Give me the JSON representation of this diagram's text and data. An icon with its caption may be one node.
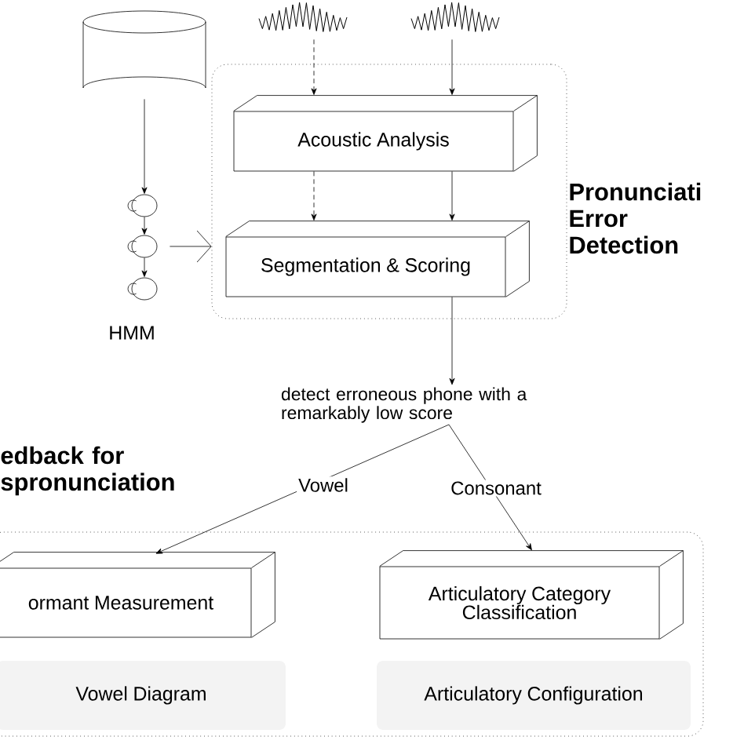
{
  "diagram": {
    "nodes": [
      {
        "text": [],
        "shape": "cylinder"
      },
      {
        "text": [],
        "shape": "picture"
      },
      {
        "text": [],
        "shape": "picture"
      },
      {
        "text": [
          "Pronunciati Error Detection"
        ]
      },
      {
        "text": [
          "Acoustic Analysis"
        ],
        "in": 3
      },
      {
        "text": [
          "Segmentation & Scoring"
        ],
        "in": 3
      },
      {
        "text": [],
        "shape": "circle"
      },
      {
        "text": [],
        "shape": "circle"
      },
      {
        "text": [],
        "shape": "circle"
      },
      {
        "text": [
          "detect erroneous phone with a remarkably low score"
        ]
      },
      {
        "text": [
          "edback for spronunciation"
        ]
      },
      {
        "text": [
          "ormant Measurement"
        ],
        "in": 10
      },
      {
        "text": [
          "Vowel Diagram"
        ],
        "in": 10
      },
      {
        "text": [
          "Articulatory Category Classification"
        ],
        "in": 10
      },
      {
        "text": [
          "Articulatory Configuration"
        ],
        "in": 10
      }
    ],
    "edges": [
      {
        "from": 0,
        "to": 6,
        "arrow": "to"
      },
      {
        "from": 6,
        "to": 7,
        "arrow": "to"
      },
      {
        "from": 7,
        "to": 8,
        "arrow": "to"
      },
      {
        "from": 7,
        "to": 3,
        "arrow": "to"
      },
      {
        "from": 1,
        "to": 4,
        "arrow": "to",
        "style": "dashed"
      },
      {
        "from": 2,
        "to": 4,
        "arrow": "to"
      },
      {
        "from": 4,
        "to": 5,
        "arrow": "to",
        "style": "dashed"
      },
      {
        "from": 4,
        "to": 5,
        "arrow": "to"
      },
      {
        "from": 5,
        "to": 9,
        "arrow": "to"
      },
      {
        "from": 9,
        "to": 11,
        "arrow": "to",
        "label": "Vowel"
      },
      {
        "from": 9,
        "to": 13,
        "arrow": "to",
        "label": "Consonant"
      }
    ],
    "labels": [
      "HMM"
    ]
  }
}
